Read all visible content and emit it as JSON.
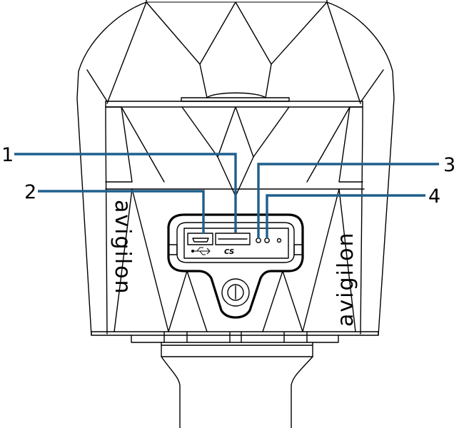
{
  "diagram": {
    "brand_left": "avigilon",
    "brand_right": "avigilon",
    "sd_label": "CS",
    "usb_symbol": "usb-icon",
    "callouts": [
      {
        "id": "1",
        "label": "1",
        "target": "microsd-card-slot"
      },
      {
        "id": "2",
        "label": "2",
        "target": "micro-usb-port"
      },
      {
        "id": "3",
        "label": "3",
        "target": "status-led"
      },
      {
        "id": "4",
        "label": "4",
        "target": "reset-button"
      }
    ],
    "colors": {
      "callout_line": "#1f5f8b",
      "outline": "#000000",
      "background": "#ffffff"
    }
  }
}
